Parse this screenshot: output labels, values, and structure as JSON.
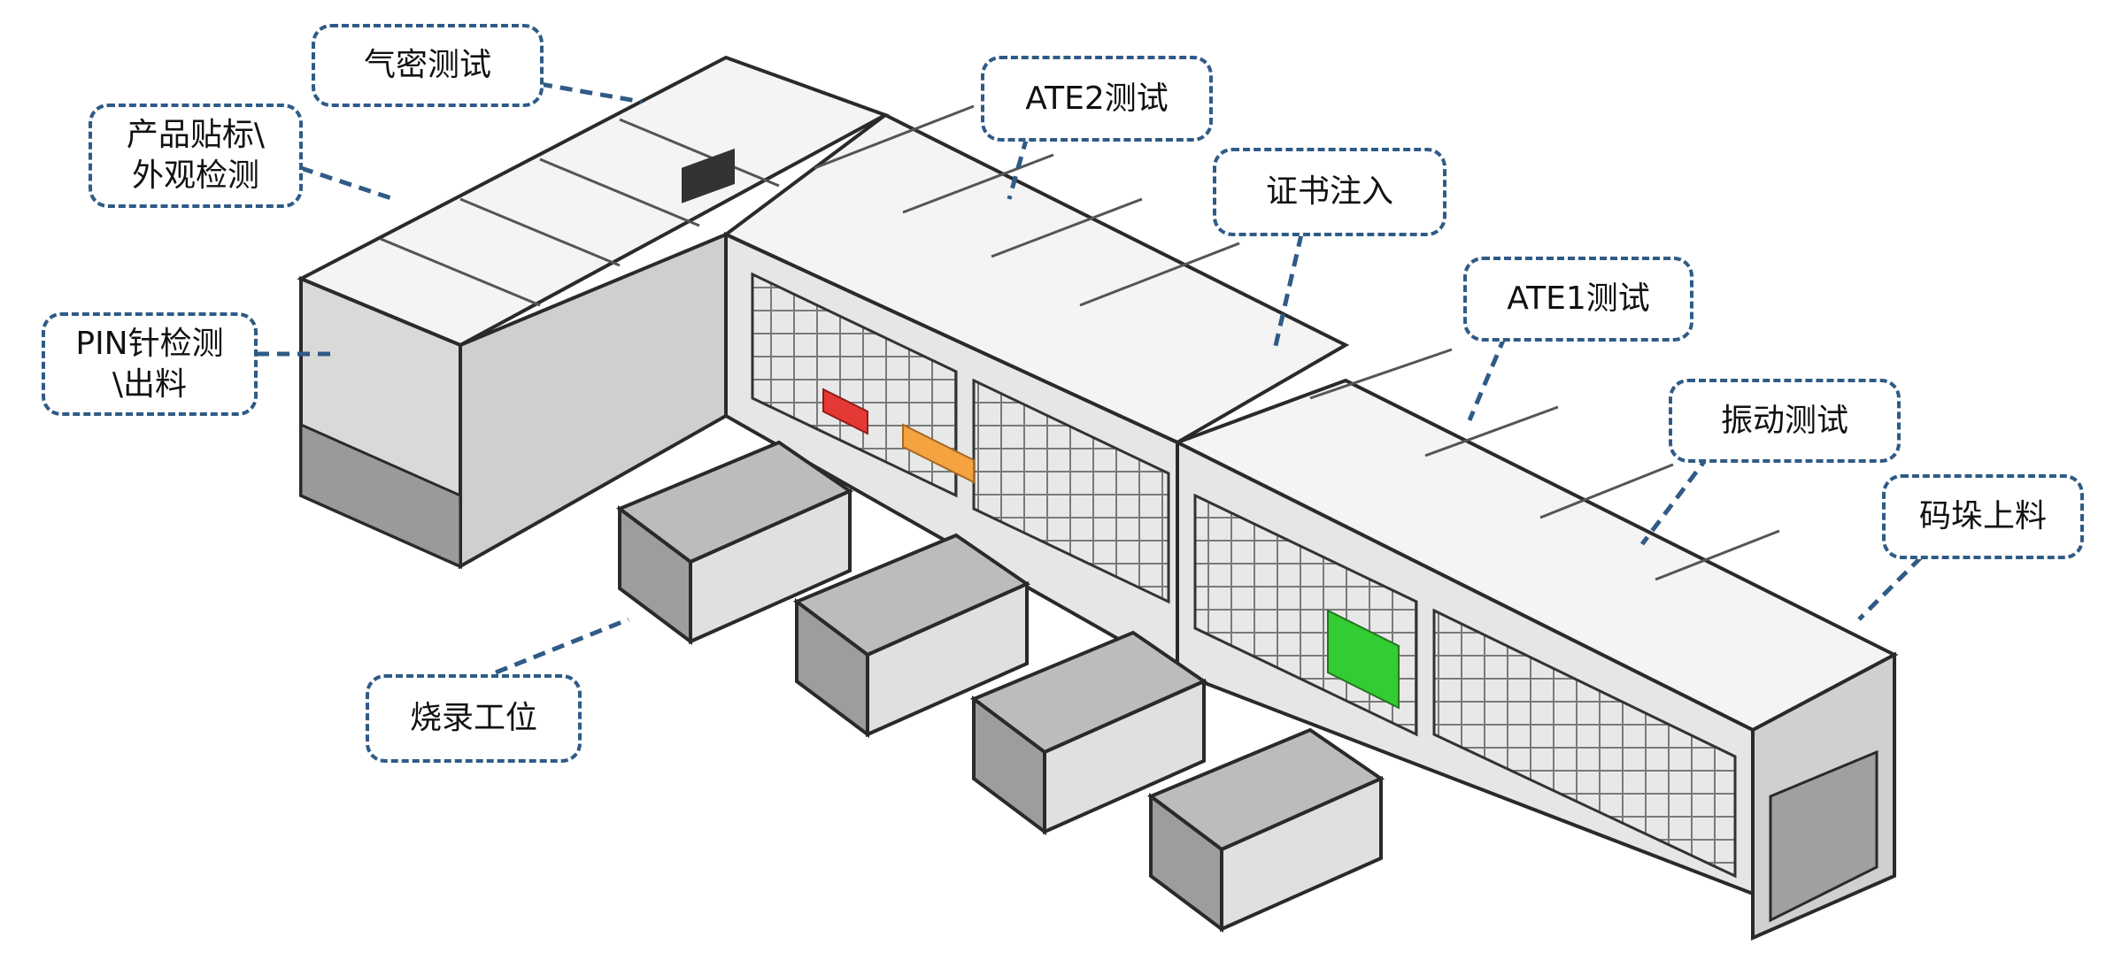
{
  "colors": {
    "callout_border": "#2f5b86",
    "frame": "#2a2a2a",
    "panel_light": "#f2f2f2",
    "panel_gray": "#bdbdbd",
    "cabinet_dark": "#8f8f8f",
    "accent_green": "#33cc33",
    "accent_red": "#e53935",
    "accent_orange": "#f4a340",
    "accent_blue": "#3f6f8f"
  },
  "callouts": {
    "airtight": "气密测试",
    "label_appearance": "产品贴标\\\n外观检测",
    "pin_output": "PIN针检测\n\\出料",
    "ate2": "ATE2测试",
    "cert": "证书注入",
    "ate1": "ATE1测试",
    "vibration": "振动测试",
    "palletize": "码垛上料",
    "burn_station": "烧录工位"
  }
}
